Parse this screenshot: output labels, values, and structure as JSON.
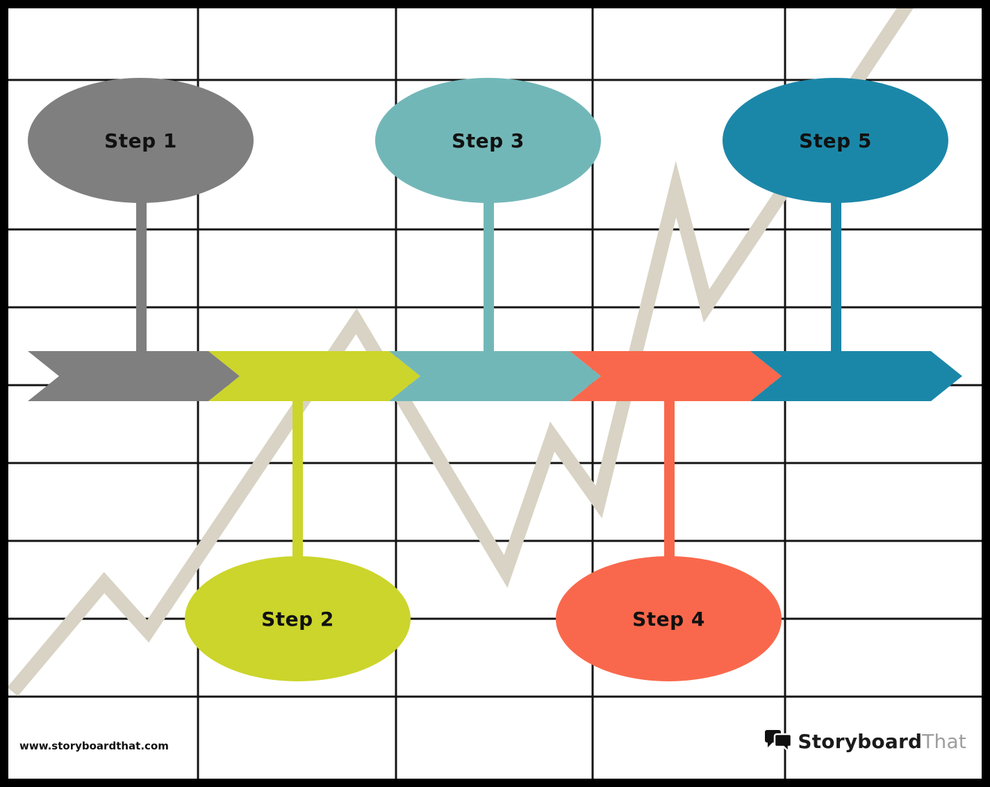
{
  "page": {
    "background": "#ffffff",
    "grid_color": "#141414",
    "zigzag_color": "#d8d3c4",
    "border_color": "#000000"
  },
  "timeline": {
    "steps": [
      {
        "label": "Step 1",
        "color": "#7f7f7f",
        "position": "top"
      },
      {
        "label": "Step 2",
        "color": "#ccd52b",
        "position": "bottom"
      },
      {
        "label": "Step 3",
        "color": "#72b7b8",
        "position": "top"
      },
      {
        "label": "Step 4",
        "color": "#f9684c",
        "position": "bottom"
      },
      {
        "label": "Step 5",
        "color": "#1b87a8",
        "position": "top"
      }
    ]
  },
  "footer": {
    "website": "www.storyboardthat.com",
    "logo": {
      "bold": "Storyboard",
      "light": "That"
    }
  }
}
